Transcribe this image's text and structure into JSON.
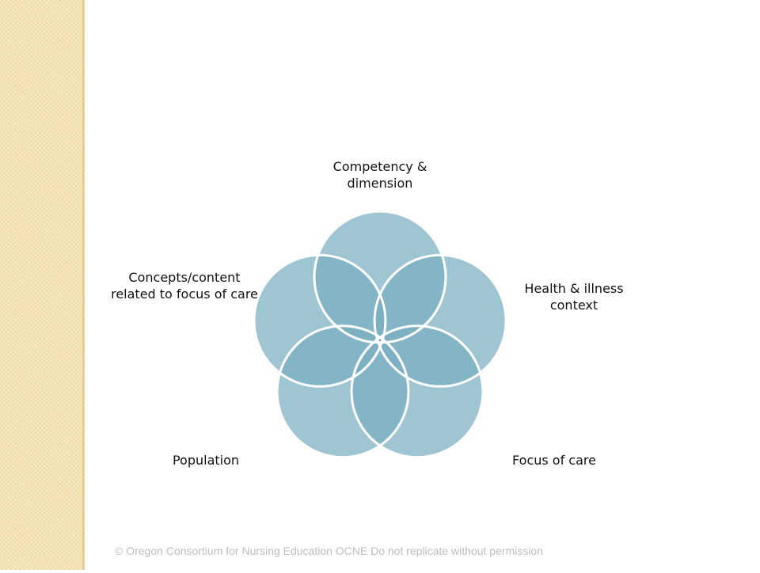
{
  "diagram": {
    "colors": {
      "circle_fill": "#7aafc2",
      "circle_stroke": "#ffffff",
      "center_fill": "#3d8ea0"
    },
    "nodes": [
      {
        "id": "competency",
        "label": "Competency & dimension"
      },
      {
        "id": "health",
        "label": "Health & illness context"
      },
      {
        "id": "focus",
        "label": "Focus of care"
      },
      {
        "id": "population",
        "label": "Population"
      },
      {
        "id": "concepts",
        "label": "Concepts/content related to focus of care"
      }
    ]
  },
  "footer": {
    "text": "© Oregon Consortium for Nursing Education OCNE   Do not replicate without permission"
  }
}
